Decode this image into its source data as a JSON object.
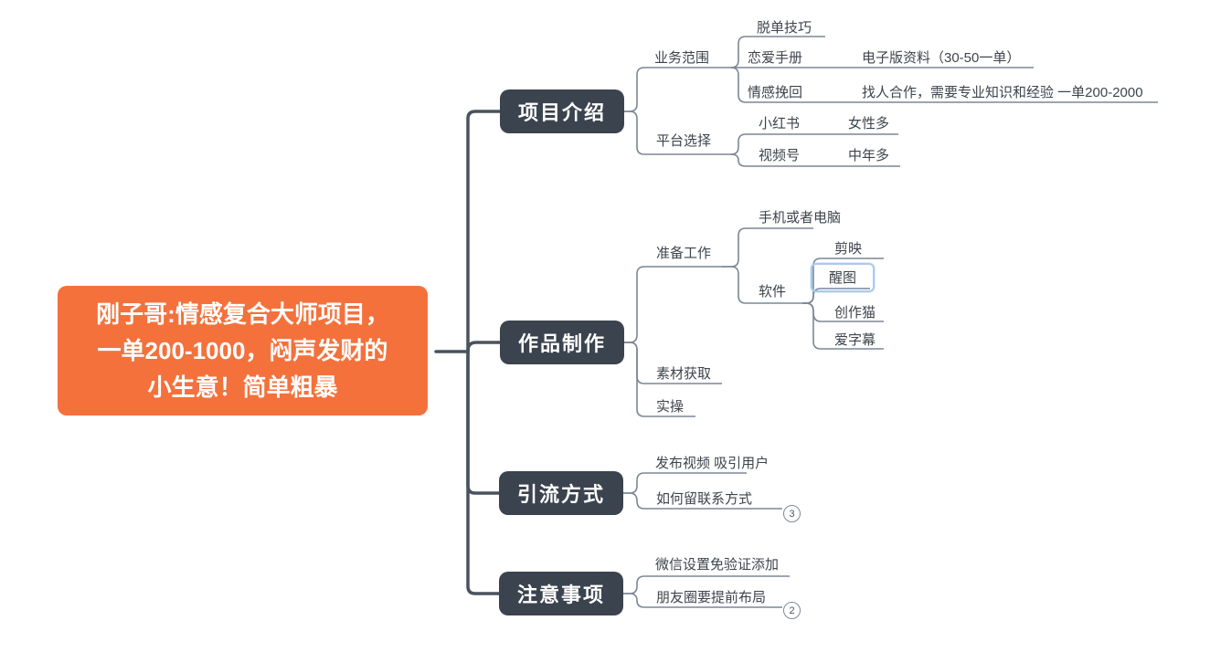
{
  "mindmap": {
    "root": {
      "label": "刚子哥:情感复合大师项目，\n一单200-1000，闷声发财的\n小生意！简单粗暴"
    },
    "branches": [
      {
        "label": "项目介绍",
        "children": [
          {
            "label": "业务范围",
            "children": [
              {
                "label": "脱单技巧"
              },
              {
                "label": "恋爱手册",
                "children": [
                  {
                    "label": "电子版资料（30-50一单）"
                  }
                ]
              },
              {
                "label": "情感挽回",
                "children": [
                  {
                    "label": "找人合作，需要专业知识和经验 一单200-2000"
                  }
                ]
              }
            ]
          },
          {
            "label": "平台选择",
            "children": [
              {
                "label": "小红书",
                "children": [
                  {
                    "label": "女性多"
                  }
                ]
              },
              {
                "label": "视频号",
                "children": [
                  {
                    "label": "中年多"
                  }
                ]
              }
            ]
          }
        ]
      },
      {
        "label": "作品制作",
        "children": [
          {
            "label": "准备工作",
            "children": [
              {
                "label": "手机或者电脑"
              },
              {
                "label": "软件",
                "children": [
                  {
                    "label": "剪映"
                  },
                  {
                    "label": "醒图",
                    "selected": true
                  },
                  {
                    "label": "创作猫"
                  },
                  {
                    "label": "爱字幕"
                  }
                ]
              }
            ]
          },
          {
            "label": "素材获取"
          },
          {
            "label": "实操"
          }
        ]
      },
      {
        "label": "引流方式",
        "children": [
          {
            "label": "发布视频 吸引用户"
          },
          {
            "label": "如何留联系方式",
            "badge": "3"
          }
        ]
      },
      {
        "label": "注意事项",
        "children": [
          {
            "label": "微信设置免验证添加"
          },
          {
            "label": "朋友圈要提前布局",
            "badge": "2"
          }
        ]
      }
    ],
    "colors": {
      "root_bg": "#F4713C",
      "branch_bg": "#3B434E",
      "main_line": "#49525D",
      "sub_line": "#7B8795",
      "selection_border": "#A9CAEE",
      "text": "#3E444C"
    }
  }
}
